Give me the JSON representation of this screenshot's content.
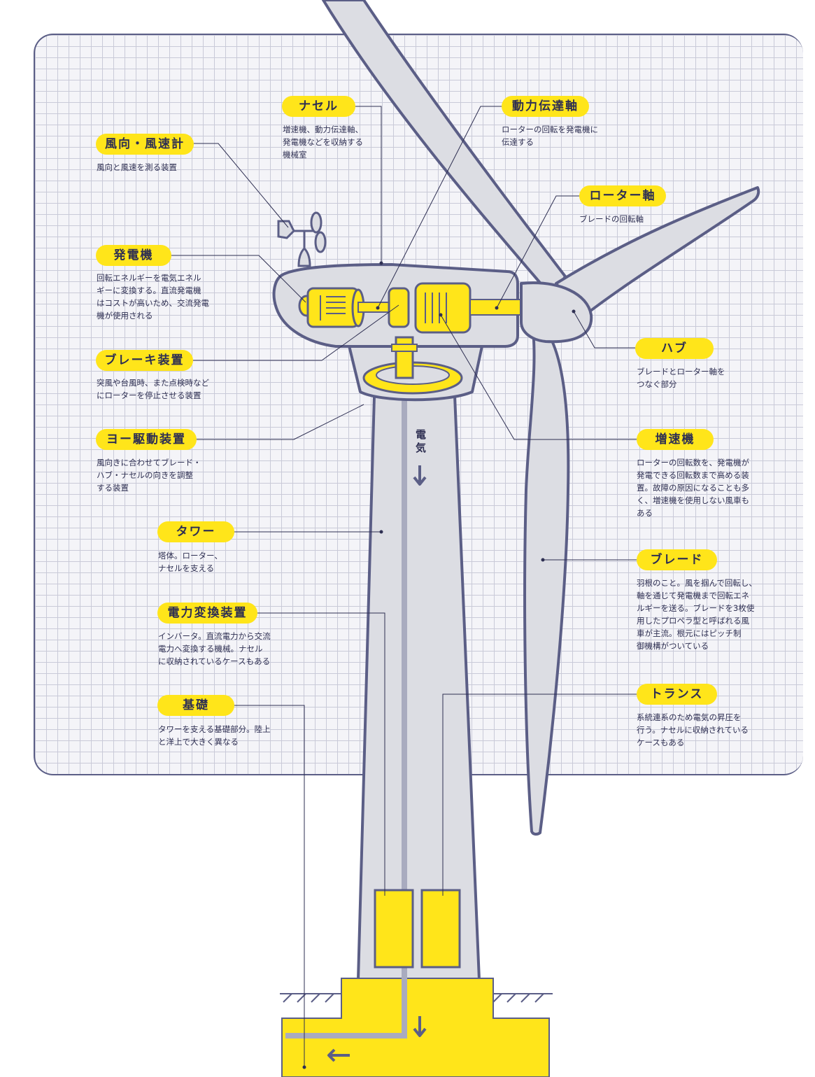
{
  "labels": {
    "wind_vane": {
      "title": "風向・風速計",
      "desc": "風向と風速を測る装置"
    },
    "nacelle": {
      "title": "ナセル",
      "desc": "増速機、動力伝達軸、\n発電機などを収納する\n機械室"
    },
    "drive_shaft": {
      "title": "動力伝達軸",
      "desc": "ローターの回転を発電機に\n伝達する"
    },
    "rotor_shaft": {
      "title": "ローター軸",
      "desc": "ブレードの回転軸"
    },
    "generator": {
      "title": "発電機",
      "desc": "回転エネルギーを電気エネル\nギーに変換する。直流発電機\nはコストが高いため、交流発電\n機が使用される"
    },
    "brake": {
      "title": "ブレーキ装置",
      "desc": "突風や台風時、また点検時など\nにローターを停止させる装置"
    },
    "yaw_drive": {
      "title": "ヨー駆動装置",
      "desc": "風向きに合わせてブレード・\nハブ・ナセルの向きを調整\nする装置"
    },
    "tower": {
      "title": "タワー",
      "desc": "塔体。ローター、\nナセルを支える"
    },
    "converter": {
      "title": "電力変換装置",
      "desc": "インバータ。直流電力から交流\n電力へ変換する機械。ナセル\nに収納されているケースもある"
    },
    "foundation": {
      "title": "基礎",
      "desc": "タワーを支える基礎部分。陸上\nと洋上で大きく異なる"
    },
    "hub": {
      "title": "ハブ",
      "desc": "ブレードとローター軸を\nつなぐ部分"
    },
    "gearbox": {
      "title": "増速機",
      "desc": "ローターの回転数を、発電機が\n発電できる回転数まで高める装\n置。故障の原因になることも多\nく、増速機を使用しない風車も\nある"
    },
    "blade": {
      "title": "ブレード",
      "desc": "羽根のこと。風を掴んで回転し、\n軸を通じて発電機まで回転エネ\nルギーを送る。ブレードを3枚使\n用したプロペラ型と呼ばれる風\n車が主流。根元にはピッチ制\n御機構がついている"
    },
    "transformer": {
      "title": "トランス",
      "desc": "系統連系のため電気の昇圧を\n行う。ナセルに収納されている\nケースもある"
    }
  },
  "flow": {
    "electricity": "電気"
  },
  "colors": {
    "yellow": "#ffe51a",
    "outline": "#5b5e86",
    "body_gray": "#dcdde3",
    "grid_line": "#c9cad8",
    "text": "#2e2f52"
  }
}
